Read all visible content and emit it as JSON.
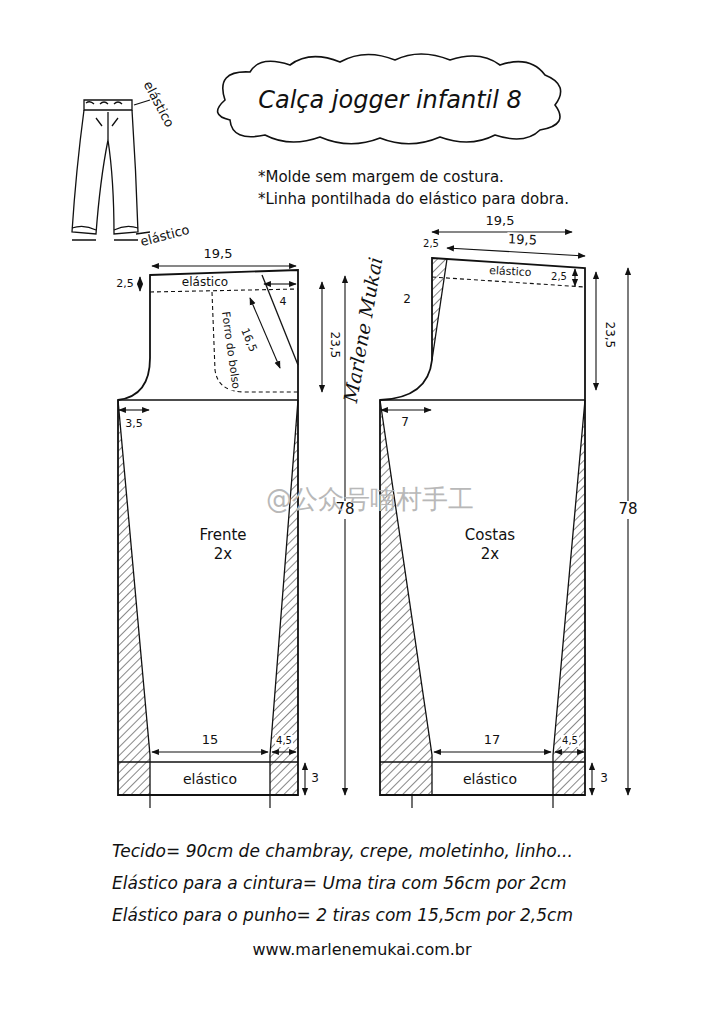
{
  "diagram": {
    "title": "Calça jogger infantil 8",
    "nodes": [
      {
        "text": [
          "Frente 2x"
        ]
      },
      {
        "text": [
          "Costas 2x"
        ]
      }
    ],
    "labels": [
      "*Molde sem margem de costura.",
      "*Linha pontilhada do elástico para dobra.",
      "elástico",
      "elástico",
      "19,5",
      "2,5",
      "elástico",
      "4",
      "16,5",
      "Forro do bolso",
      "23,5",
      "3,5",
      "78",
      "15",
      "4,5",
      "elástico",
      "3",
      "19,5",
      "19,5",
      "2,5",
      "2",
      "elástico",
      "2,5",
      "23,5",
      "7",
      "78",
      "17",
      "4,5",
      "elástico",
      "3",
      "Marlene Mukai",
      "@公众号喃村手工",
      "Tecido= 90cm de chambray, crepe, moletinho, linho...",
      "Elástico para a cintura= Uma tira com 56cm por 2cm",
      "Elástico para o punho= 2 tiras com 15,5cm por 2,5cm",
      "www.marlenemukai.com.br"
    ]
  }
}
